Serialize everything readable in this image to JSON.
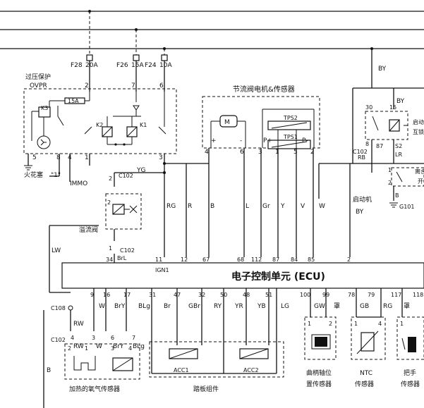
{
  "fuses": [
    {
      "id": "F28",
      "rating": "20A"
    },
    {
      "id": "F26",
      "rating": "15A"
    },
    {
      "id": "F24",
      "rating": "10A"
    }
  ],
  "ovpr": {
    "name_cn": "过压保护",
    "name_en": "OVPR",
    "inner_fuse": "15A",
    "relays": [
      "K3",
      "K2",
      "K1"
    ],
    "pins_top": [
      "2",
      "7",
      "6"
    ],
    "pins_bottom": [
      "5",
      "8",
      "4",
      "1",
      "3"
    ]
  },
  "spark_label": "火花塞",
  "spark_note": "\"1\"",
  "immo_label": "IMMO",
  "throttle": {
    "title": "节流阀电机&传感器",
    "motor": "M",
    "tps2": "TPS2",
    "tps1": "TPS1",
    "pins": [
      "4",
      "6",
      "3",
      "1",
      "5",
      "2"
    ],
    "signs": [
      "+",
      "-",
      "P+",
      "P-"
    ]
  },
  "bypass_valve": {
    "label": "溢流阀",
    "conn": "C102",
    "pin_top": "2",
    "pin_bottom": "1"
  },
  "wire_colors": {
    "yg": "YG",
    "lw": "LW",
    "brl": "BrL",
    "rg": "RG",
    "r": "R",
    "b": "B",
    "l": "L",
    "gr": "Gr",
    "y": "Y",
    "v": "V",
    "w": "W",
    "by": "BY",
    "lr": "LR",
    "rb": "RB"
  },
  "ecu": {
    "label": "电子控制单元 (ECU)",
    "ign_label": "IGN1",
    "top_pins": [
      "34",
      "11",
      "12",
      "67",
      "68",
      "112",
      "87",
      "84",
      "85",
      "2"
    ],
    "bottom_pins": [
      {
        "pin": "9",
        "color": "W"
      },
      {
        "pin": "16",
        "color": "W"
      },
      {
        "pin": "17",
        "color": "BrY"
      },
      {
        "pin": "31",
        "color": "BLg"
      },
      {
        "pin": "47",
        "color": "Br"
      },
      {
        "pin": "32",
        "color": "GBr"
      },
      {
        "pin": "50",
        "color": "RY"
      },
      {
        "pin": "48",
        "color": "YR"
      },
      {
        "pin": "51",
        "color": "YB"
      },
      {
        "pin": "",
        "color": "LG"
      },
      {
        "pin": "100",
        "color": "GW"
      },
      {
        "pin": "99",
        "color": "罩"
      },
      {
        "pin": "78",
        "color": ""
      },
      {
        "pin": "79",
        "color": "GB"
      },
      {
        "pin": "",
        "color": "RG"
      },
      {
        "pin": "117",
        "color": "罩"
      },
      {
        "pin": "118",
        "color": ""
      }
    ]
  },
  "o2_sensor": {
    "label": "加热的氧气传感器",
    "c108": "C108",
    "c102": "C102",
    "pins": [
      "4",
      "3",
      "6",
      "7"
    ],
    "inner_pins": [
      "2",
      "1",
      "3",
      "4"
    ],
    "colors_upper": [
      "RW"
    ],
    "colors_lower": [
      "RW",
      "W",
      "BrY",
      "BLg"
    ]
  },
  "pedal": {
    "label": "踏板组件",
    "acc1": "ACC1",
    "acc2": "ACC2"
  },
  "crank": {
    "label1": "曲柄轴位",
    "label2": "置传感器",
    "pin1": "1",
    "pin2": "2"
  },
  "ntc": {
    "label1": "NTC",
    "label2": "传感器",
    "pin1": "1",
    "pin2": "4"
  },
  "handle": {
    "label1": "把手",
    "label2": "传感器",
    "pin1": "1"
  },
  "starter": {
    "label": "启动机",
    "c102": "C102",
    "c102_pin": "8",
    "relay_pins": [
      "30",
      "15",
      "87"
    ],
    "s2": "S2",
    "pin_b": "B",
    "pin_1": "1",
    "pin_2": "2",
    "ground": "G101",
    "right_label1": "启动",
    "right_label2": "互锁",
    "right_label3": "离合",
    "right_label4": "开"
  },
  "ground_label": "B"
}
